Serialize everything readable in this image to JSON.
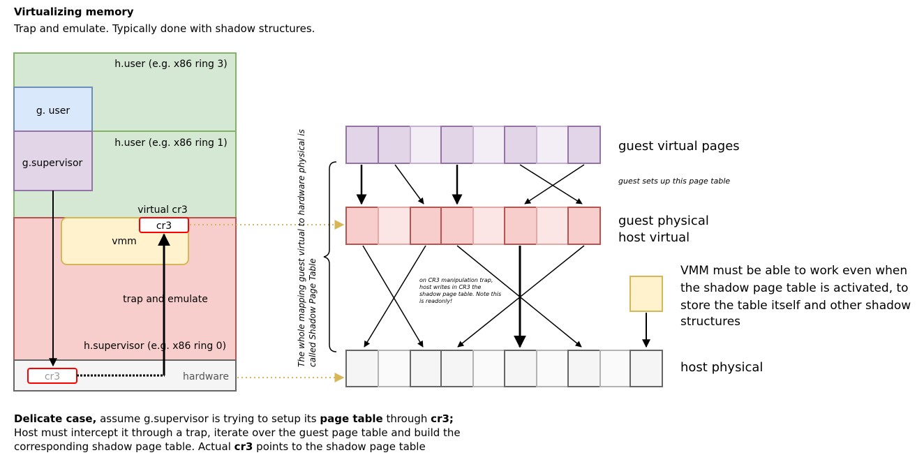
{
  "header": {
    "title": "Virtualizing memory",
    "subtitle": "Trap and emulate. Typically done with shadow structures."
  },
  "layers": {
    "huser3": "h.user (e.g. x86 ring 3)",
    "huser1": "h.user (e.g. x86 ring 1)",
    "guser": "g. user",
    "gsupervisor": "g.supervisor",
    "virtual_cr3": "virtual cr3",
    "cr3_vmm": "cr3",
    "vmm": "vmm",
    "trap": "trap and emulate",
    "hsupervisor": "h.supervisor (e.g. x86 ring 0)",
    "cr3_hw": "cr3",
    "hardware": "hardware"
  },
  "rows": {
    "guest_virtual": "guest virtual pages",
    "guest_sets": "guest sets up this page table",
    "guest_physical_1": "guest physical",
    "guest_physical_2": "host virtual",
    "host_physical": "host physical"
  },
  "brace_label": {
    "line1": "The whole mapping guest virtual to hardware physical is",
    "line2": "called Shadow Page Table"
  },
  "trap_note": {
    "l1": "on CR3 manipulation trap,",
    "l2": "host writes in CR3 the",
    "l3": "shadow page table. Note this",
    "l4": "is readonly!"
  },
  "vmm_note": {
    "l1": "VMM must be able to work even when",
    "l2": "the shadow page table is activated, to",
    "l3": "store the table itself and other shadow",
    "l4": "structures"
  },
  "footer": {
    "l1_bold": "Delicate case,",
    "l1_mid": " assume g.supervisor is trying to setup its ",
    "l1_bold2": "page table",
    "l1_mid2": " through ",
    "l1_bold3": "cr3;",
    "l2": "Host must intercept it through a trap, iterate over the guest page table and build the",
    "l3_a": "corresponding shadow page table. Actual ",
    "l3_bold": "cr3",
    "l3_b": " points to the shadow page table"
  },
  "colors": {
    "green_fill": "#d5e8d4",
    "green_stroke": "#82b366",
    "red_fill": "#f8cecc",
    "red_stroke": "#b85450",
    "blue_fill": "#dae8fc",
    "blue_stroke": "#6c8ebf",
    "purple_fill": "#e1d5e7",
    "purple_stroke": "#9673a6",
    "yellow_fill": "#fff2cc",
    "yellow_stroke": "#d6b656",
    "gray_fill": "#f5f5f5",
    "gray_stroke": "#666666",
    "dotted": "#d6b656"
  }
}
